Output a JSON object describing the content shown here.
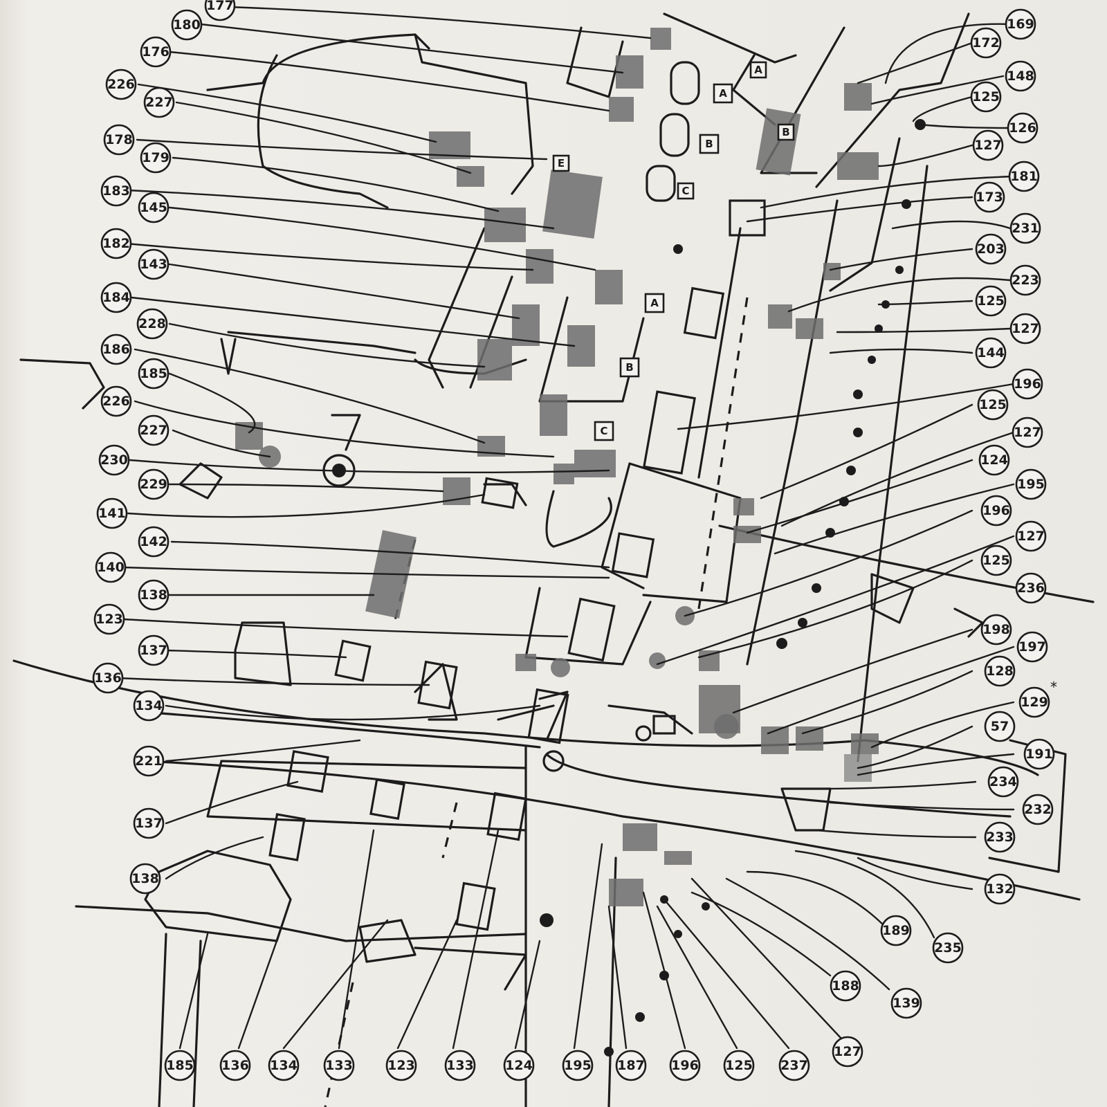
{
  "diagram": {
    "left_callouts": [
      "177",
      "180",
      "176",
      "226",
      "227",
      "178",
      "179",
      "183",
      "145",
      "182",
      "143",
      "184",
      "228",
      "186",
      "185",
      "226",
      "227",
      "230",
      "229",
      "141",
      "142",
      "140",
      "138",
      "123",
      "137",
      "136",
      "134",
      "221",
      "137",
      "138"
    ],
    "right_callouts": [
      "169",
      "172",
      "148",
      "125",
      "126",
      "127",
      "181",
      "173",
      "231",
      "203",
      "223",
      "125",
      "127",
      "144",
      "196",
      "125",
      "127",
      "124",
      "195",
      "196",
      "127",
      "125",
      "236",
      "198",
      "197",
      "128",
      "129",
      "57",
      "191",
      "234",
      "232",
      "233",
      "132"
    ],
    "bottom_callouts": [
      "185",
      "136",
      "134",
      "133",
      "123",
      "133",
      "124",
      "195",
      "187",
      "196",
      "125",
      "237",
      "127"
    ],
    "lower_right_callouts": [
      "189",
      "235",
      "188",
      "139"
    ],
    "component_tags": [
      "A",
      "B",
      "A",
      "B",
      "C",
      "A",
      "B",
      "C",
      "E"
    ],
    "note_mark": "*"
  }
}
